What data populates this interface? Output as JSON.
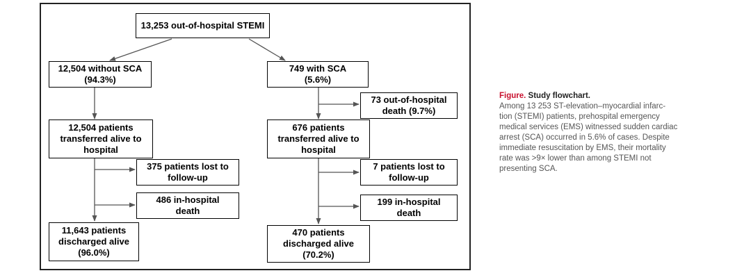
{
  "flowchart": {
    "root": "13,253 out-of-hospital STEMI",
    "without_sca": {
      "group": [
        "12,504 without SCA",
        "(94.3%)"
      ],
      "transferred": [
        "12,504 patients",
        "transferred alive to",
        "hospital"
      ],
      "lost": [
        "375 patients lost to",
        "follow-up"
      ],
      "inhospital_death": [
        "486 in-hospital",
        "death"
      ],
      "discharged": [
        "11,643 patients",
        "discharged alive",
        "(96.0%)"
      ]
    },
    "with_sca": {
      "group": [
        "749 with SCA",
        "(5.6%)"
      ],
      "prehospital_death": [
        "73 out-of-hospital",
        "death (9.7%)"
      ],
      "transferred": [
        "676 patients",
        "transferred alive to",
        "hospital"
      ],
      "lost": [
        "7 patients lost to",
        "follow-up"
      ],
      "inhospital_death": [
        "199 in-hospital",
        "death"
      ],
      "discharged": [
        "470 patients",
        "discharged alive",
        "(70.2%)"
      ]
    }
  },
  "caption": {
    "label": "Figure.",
    "title": "Study flowchart.",
    "lines": [
      "Among 13 253 ST-elevation–myocardial infarc-",
      "tion (STEMI) patients, prehospital emergency",
      "medical services (EMS) witnessed sudden cardiac",
      "arrest (SCA) occurred in 5.6% of cases. Despite",
      "immediate resuscitation by EMS, their mortality",
      "rate was >9× lower than among STEMI not",
      "presenting SCA."
    ]
  },
  "colors": {
    "caption_label": "#c8102e",
    "caption_text": "#555555",
    "lines": "#555555",
    "box_border": "#000000"
  }
}
